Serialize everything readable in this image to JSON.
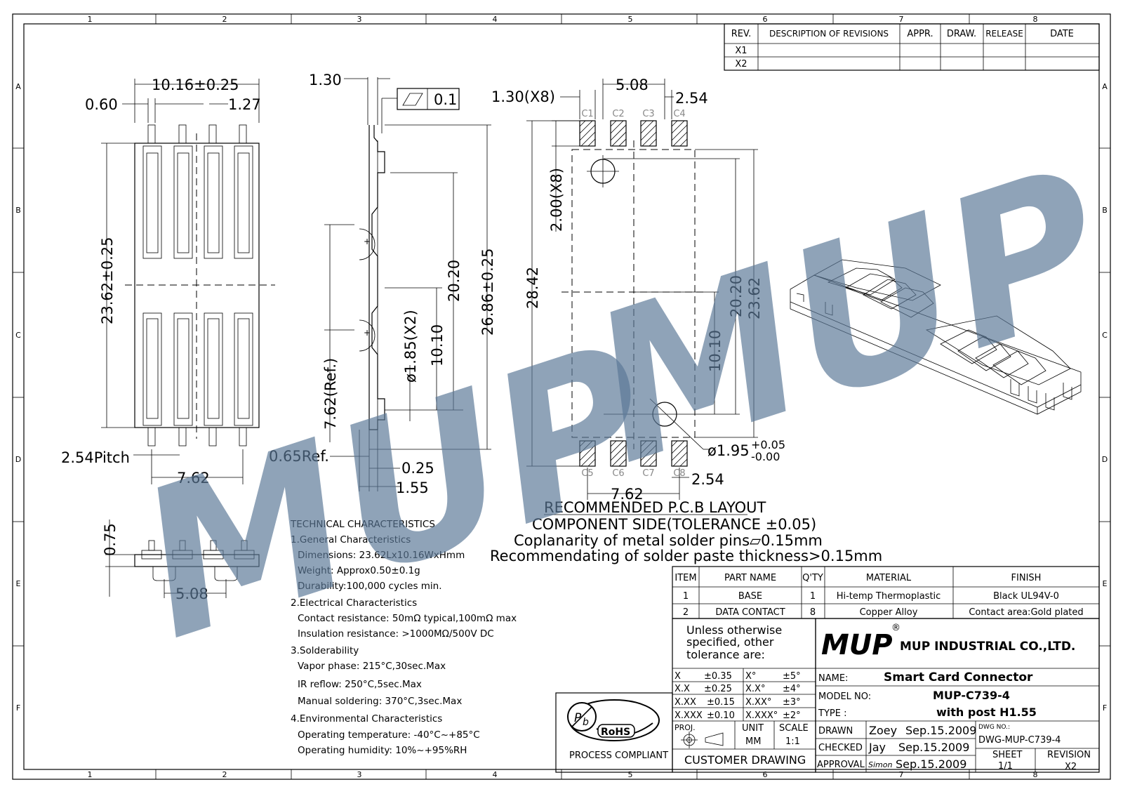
{
  "border": {
    "col_labels": [
      "1",
      "2",
      "3",
      "4",
      "5",
      "6",
      "7",
      "8"
    ],
    "row_labels": [
      "A",
      "B",
      "C",
      "D",
      "E",
      "F"
    ]
  },
  "revisions": {
    "headers": [
      "REV.",
      "DESCRIPTION OF REVISIONS",
      "APPR.",
      "DRAW.",
      "RELEASE",
      "DATE"
    ],
    "rows": [
      "X1",
      "X2"
    ]
  },
  "front_view": {
    "dim_width": "10.16±0.25",
    "dim_pin_width": "0.60",
    "dim_pin_gap": "1.27",
    "dim_height": "23.62±0.25",
    "dim_pitch": "2.54Pitch",
    "dim_span": "7.62"
  },
  "side_view": {
    "dim_top": "1.30",
    "flatness_value": "0.1",
    "dim_20_20": "20.20",
    "dim_26_86": "26.86±0.25",
    "dim_10_10": "10.10",
    "dim_post": "ø1.85(X2)",
    "dim_ref_762": "7.62(Ref.)",
    "dim_ref_065": "0.65Ref.",
    "dim_025": "0.25",
    "dim_155": "1.55"
  },
  "pcb_view": {
    "dim_pad_x8": "1.30(X8)",
    "dim_508": "5.08",
    "dim_254_top": "2.54",
    "dim_200_x8": "2.00(X8)",
    "dim_2842": "28.42",
    "dim_2020": "20.20",
    "dim_2362": "23.62",
    "dim_1010": "10.10",
    "dim_hole": "ø1.95",
    "tol_plus": "+0.05",
    "tol_minus": "-0.00",
    "dim_762": "7.62",
    "dim_254_bot": "2.54",
    "pads_top": [
      "C1",
      "C2",
      "C3",
      "C4"
    ],
    "pads_bottom": [
      "C5",
      "C6",
      "C7",
      "C8"
    ],
    "caption": [
      "RECOMMENDED P.C.B LAYOUT",
      "COMPONENT SIDE(TOLERANCE ±0.05)",
      "Coplanarity of metal solder pins▱0.15mm",
      "Recommendating of solder paste thickness>0.15mm"
    ]
  },
  "bottom_view": {
    "dim_075": "0.75",
    "dim_508": "5.08"
  },
  "technical": {
    "title": "TECHNICAL CHARACTERISTICS",
    "lines": [
      {
        "text": "1.General Characteristics",
        "indent": 0
      },
      {
        "text": "Dimensions: 23.62Lx10.16WxHmm",
        "indent": 1
      },
      {
        "text": "Weight: Approx0.50±0.1g",
        "indent": 1
      },
      {
        "text": "Durability:100,000 cycles min.",
        "indent": 1
      },
      {
        "text": "2.Electrical Characteristics",
        "indent": 0
      },
      {
        "text": "Contact resistance: 50mΩ typical,100mΩ max",
        "indent": 1
      },
      {
        "text": "Insulation resistance: >1000MΩ/500V DC",
        "indent": 1
      },
      {
        "text": "3.Solderability",
        "indent": 0
      },
      {
        "text": "Vapor phase: 215°C,30sec.Max",
        "indent": 1
      },
      {
        "text": "IR reflow: 250°C,5sec.Max",
        "indent": 1
      },
      {
        "text": "Manual soldering: 370°C,3sec.Max",
        "indent": 1
      },
      {
        "text": "4.Environmental Characteristics",
        "indent": 0
      },
      {
        "text": "Operating temperature: -40°C~+85°C",
        "indent": 1
      },
      {
        "text": "Operating humidity: 10%~+95%RH",
        "indent": 1
      }
    ]
  },
  "parts": {
    "headers": [
      "ITEM",
      "PART NAME",
      "Q'TY",
      "MATERIAL",
      "FINISH"
    ],
    "rows": [
      [
        "1",
        "BASE",
        "1",
        "Hi-temp Thermoplastic",
        "Black UL94V-0"
      ],
      [
        "2",
        "DATA CONTACT",
        "8",
        "Copper Alloy",
        "Contact area:Gold plated"
      ]
    ]
  },
  "tolerance": {
    "note": [
      "Unless otherwise",
      "specified, other",
      "tolerance are:"
    ],
    "rows": [
      [
        "X",
        "±0.35",
        "X°",
        "±5°"
      ],
      [
        "X.X",
        "±0.25",
        "X.X°",
        "±4°"
      ],
      [
        "X.XX",
        "±0.15",
        "X.XX°",
        "±3°"
      ],
      [
        "X.XXX",
        "±0.10",
        "X.XXX°",
        "±2°"
      ]
    ],
    "proj_label": "PROJ.",
    "unit_label": "UNIT",
    "unit_value": "MM",
    "scale_label": "SCALE",
    "scale_value": "1:1",
    "customer_drawing": "CUSTOMER DRAWING"
  },
  "rohs": {
    "label": "RoHS",
    "caption": "PROCESS COMPLIANT"
  },
  "title_block": {
    "logo": "MUP",
    "registered": "®",
    "company": "MUP INDUSTRIAL CO.,LTD.",
    "name_label": "NAME:",
    "name_value": "Smart Card Connector",
    "model_label": "MODEL NO:",
    "model_value": "MUP-C739-4",
    "type_label": "TYPE :",
    "type_value": "with post H1.55",
    "drawn_label": "DRAWN",
    "drawn_by": "Zoey",
    "drawn_date": "Sep.15.2009",
    "checked_label": "CHECKED",
    "checked_by": "Jay",
    "checked_date": "Sep.15.2009",
    "approval_label": "APPROVAL",
    "approval_by": "Simon",
    "approval_date": "Sep.15.2009",
    "dwg_label": "DWG NO.:",
    "dwg_value": "DWG-MUP-C739-4",
    "sheet_label": "SHEET",
    "sheet_value": "1/1",
    "revision_label": "REVISION",
    "revision_value": "X2"
  },
  "watermark": {
    "text_1": "MUP",
    "text_2": "MUP",
    "color": "#5b7897"
  }
}
